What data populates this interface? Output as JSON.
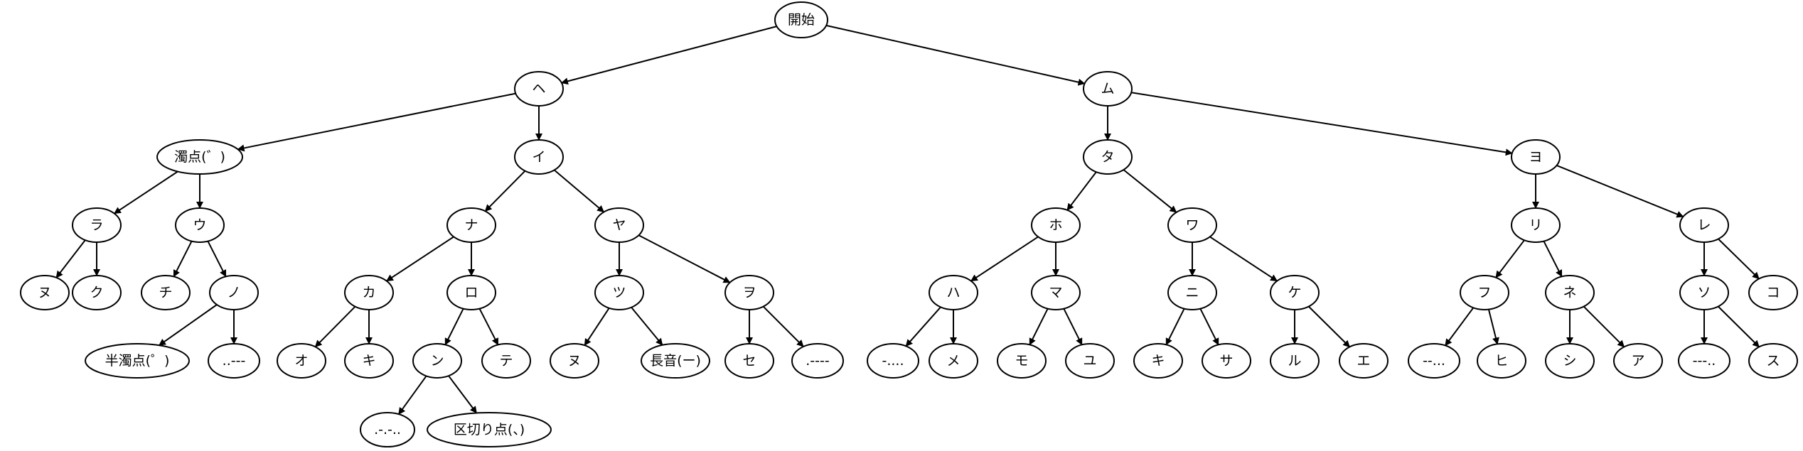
{
  "diagram": {
    "nodes": [
      {
        "id": "root",
        "label": "開始"
      },
      {
        "id": "n_he",
        "label": "ヘ"
      },
      {
        "id": "n_mu",
        "label": "ム"
      },
      {
        "id": "n_dakuten",
        "label": "濁点(゛)"
      },
      {
        "id": "n_i",
        "label": "イ"
      },
      {
        "id": "n_ta",
        "label": "タ"
      },
      {
        "id": "n_yo",
        "label": "ヨ"
      },
      {
        "id": "n_ra",
        "label": "ラ"
      },
      {
        "id": "n_u",
        "label": "ウ"
      },
      {
        "id": "n_na",
        "label": "ナ"
      },
      {
        "id": "n_ya",
        "label": "ヤ"
      },
      {
        "id": "n_ho",
        "label": "ホ"
      },
      {
        "id": "n_wa",
        "label": "ワ"
      },
      {
        "id": "n_ri",
        "label": "リ"
      },
      {
        "id": "n_re",
        "label": "レ"
      },
      {
        "id": "n_nu",
        "label": "ヌ"
      },
      {
        "id": "n_ku",
        "label": "ク"
      },
      {
        "id": "n_chi",
        "label": "チ"
      },
      {
        "id": "n_no",
        "label": "ノ"
      },
      {
        "id": "n_ka",
        "label": "カ"
      },
      {
        "id": "n_ro",
        "label": "ロ"
      },
      {
        "id": "n_tsu",
        "label": "ツ"
      },
      {
        "id": "n_wo",
        "label": "ヲ"
      },
      {
        "id": "n_ha",
        "label": "ハ"
      },
      {
        "id": "n_ma",
        "label": "マ"
      },
      {
        "id": "n_ni",
        "label": "ニ"
      },
      {
        "id": "n_ke",
        "label": "ケ"
      },
      {
        "id": "n_fu",
        "label": "フ"
      },
      {
        "id": "n_ne",
        "label": "ネ"
      },
      {
        "id": "n_so",
        "label": "ソ"
      },
      {
        "id": "n_ko",
        "label": "コ"
      },
      {
        "id": "n_handakuten",
        "label": "半濁点(゜)"
      },
      {
        "id": "n_no_dot",
        "label": "..---"
      },
      {
        "id": "n_o",
        "label": "オ"
      },
      {
        "id": "n_ki_ka",
        "label": "キ"
      },
      {
        "id": "n_n",
        "label": "ン"
      },
      {
        "id": "n_te",
        "label": "テ"
      },
      {
        "id": "n_nu2",
        "label": "ヌ"
      },
      {
        "id": "n_chouon",
        "label": "長音(ー)"
      },
      {
        "id": "n_se",
        "label": "セ"
      },
      {
        "id": "n_wo_dot",
        "label": ".----"
      },
      {
        "id": "n_ha_dot",
        "label": "-...."
      },
      {
        "id": "n_me",
        "label": "メ"
      },
      {
        "id": "n_mo",
        "label": "モ"
      },
      {
        "id": "n_yu",
        "label": "ユ"
      },
      {
        "id": "n_ki",
        "label": "キ"
      },
      {
        "id": "n_sa",
        "label": "サ"
      },
      {
        "id": "n_ru",
        "label": "ル"
      },
      {
        "id": "n_e",
        "label": "エ"
      },
      {
        "id": "n_fu_dot",
        "label": "--..."
      },
      {
        "id": "n_hi",
        "label": "ヒ"
      },
      {
        "id": "n_shi",
        "label": "シ"
      },
      {
        "id": "n_a",
        "label": "ア"
      },
      {
        "id": "n_so_dot",
        "label": "---.."
      },
      {
        "id": "n_su",
        "label": "ス"
      },
      {
        "id": "n_n_dot",
        "label": ".-.-.."
      },
      {
        "id": "n_kugiri",
        "label": "区切り点(、)"
      }
    ],
    "edges": [
      [
        "root",
        "n_he"
      ],
      [
        "root",
        "n_mu"
      ],
      [
        "n_he",
        "n_dakuten"
      ],
      [
        "n_he",
        "n_i"
      ],
      [
        "n_mu",
        "n_ta"
      ],
      [
        "n_mu",
        "n_yo"
      ],
      [
        "n_dakuten",
        "n_ra"
      ],
      [
        "n_dakuten",
        "n_u"
      ],
      [
        "n_i",
        "n_na"
      ],
      [
        "n_i",
        "n_ya"
      ],
      [
        "n_ta",
        "n_ho"
      ],
      [
        "n_ta",
        "n_wa"
      ],
      [
        "n_yo",
        "n_ri"
      ],
      [
        "n_yo",
        "n_re"
      ],
      [
        "n_ra",
        "n_nu"
      ],
      [
        "n_ra",
        "n_ku"
      ],
      [
        "n_u",
        "n_chi"
      ],
      [
        "n_u",
        "n_no"
      ],
      [
        "n_na",
        "n_ka"
      ],
      [
        "n_na",
        "n_ro"
      ],
      [
        "n_ya",
        "n_tsu"
      ],
      [
        "n_ya",
        "n_wo"
      ],
      [
        "n_ho",
        "n_ha"
      ],
      [
        "n_ho",
        "n_ma"
      ],
      [
        "n_wa",
        "n_ni"
      ],
      [
        "n_wa",
        "n_ke"
      ],
      [
        "n_ri",
        "n_fu"
      ],
      [
        "n_ri",
        "n_ne"
      ],
      [
        "n_re",
        "n_so"
      ],
      [
        "n_re",
        "n_ko"
      ],
      [
        "n_no",
        "n_handakuten"
      ],
      [
        "n_no",
        "n_no_dot"
      ],
      [
        "n_ka",
        "n_o"
      ],
      [
        "n_ka",
        "n_ki_ka"
      ],
      [
        "n_ro",
        "n_n"
      ],
      [
        "n_ro",
        "n_te"
      ],
      [
        "n_tsu",
        "n_nu2"
      ],
      [
        "n_tsu",
        "n_chouon"
      ],
      [
        "n_wo",
        "n_se"
      ],
      [
        "n_wo",
        "n_wo_dot"
      ],
      [
        "n_ha",
        "n_ha_dot"
      ],
      [
        "n_ha",
        "n_me"
      ],
      [
        "n_ma",
        "n_mo"
      ],
      [
        "n_ma",
        "n_yu"
      ],
      [
        "n_ni",
        "n_ki"
      ],
      [
        "n_ni",
        "n_sa"
      ],
      [
        "n_ke",
        "n_ru"
      ],
      [
        "n_ke",
        "n_e"
      ],
      [
        "n_fu",
        "n_fu_dot"
      ],
      [
        "n_fu",
        "n_hi"
      ],
      [
        "n_ne",
        "n_shi"
      ],
      [
        "n_ne",
        "n_a"
      ],
      [
        "n_so",
        "n_so_dot"
      ],
      [
        "n_so",
        "n_su"
      ],
      [
        "n_n",
        "n_n_dot"
      ],
      [
        "n_n",
        "n_kugiri"
      ]
    ]
  }
}
